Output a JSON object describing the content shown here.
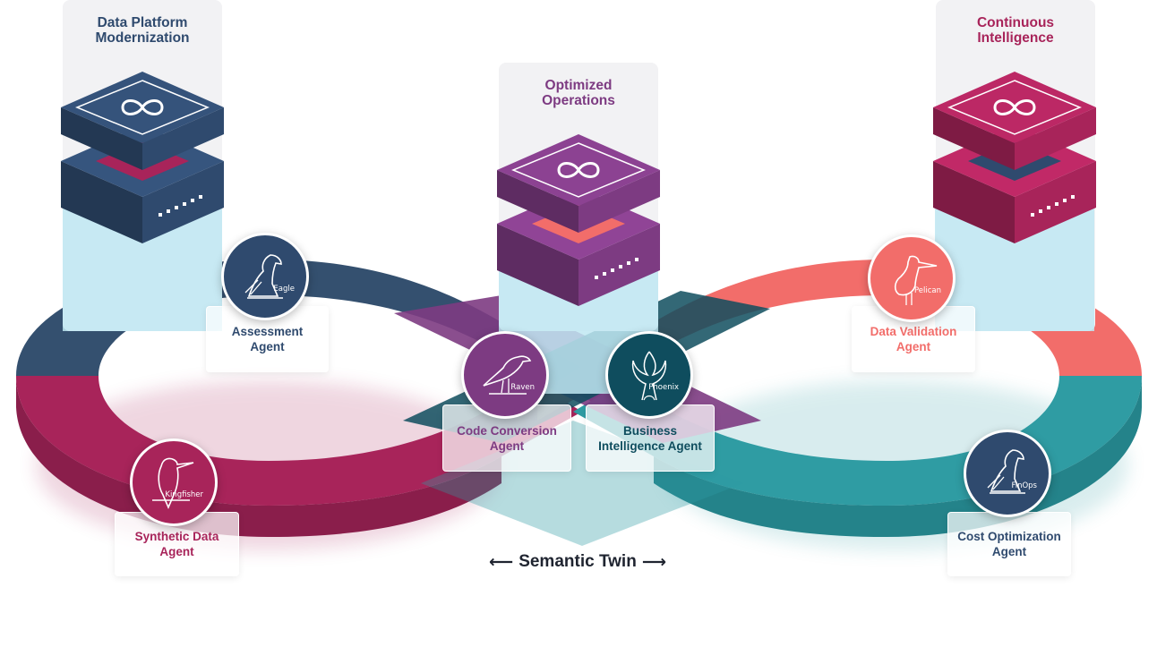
{
  "colors": {
    "navy": "#2f4a6e",
    "crimson": "#a8245a",
    "purple": "#7d3b82",
    "teal": "#2f9ca3",
    "coral": "#f26d6a",
    "deep_teal": "#0f4d5e"
  },
  "panels": [
    {
      "title": "Data Platform\nModernization",
      "color": "#2f4a6e",
      "accent": "#a8245a",
      "icon": "infinity-icon"
    },
    {
      "title": "Optimized\nOperations",
      "color": "#7d3b82",
      "accent": "#f26d6a",
      "icon": "infinity-icon"
    },
    {
      "title": "Continuous\nIntelligence",
      "color": "#a8245a",
      "accent": "#2f4a6e",
      "icon": "infinity-icon"
    }
  ],
  "agents": [
    {
      "badge": "Eagle",
      "label": "Assessment\nAgent",
      "color": "#2f4a6e",
      "icon": "eagle-icon"
    },
    {
      "badge": "Raven",
      "label": "Code Conversion\nAgent",
      "color": "#7d3b82",
      "icon": "raven-icon"
    },
    {
      "badge": "Phoenix",
      "label": "Business\nIntelligence Agent",
      "color": "#0f4d5e",
      "icon": "phoenix-icon"
    },
    {
      "badge": "Pelican",
      "label": "Data Validation\nAgent",
      "color": "#f26d6a",
      "icon": "pelican-icon"
    },
    {
      "badge": "Kingfisher",
      "label": "Synthetic Data\nAgent",
      "color": "#a8245a",
      "icon": "kingfisher-icon"
    },
    {
      "badge": "FinOps",
      "label": "Cost Optimization\nAgent",
      "color": "#2f4a6e",
      "icon": "finops-eagle-icon"
    }
  ],
  "footer": {
    "label": "Semantic Twin"
  }
}
